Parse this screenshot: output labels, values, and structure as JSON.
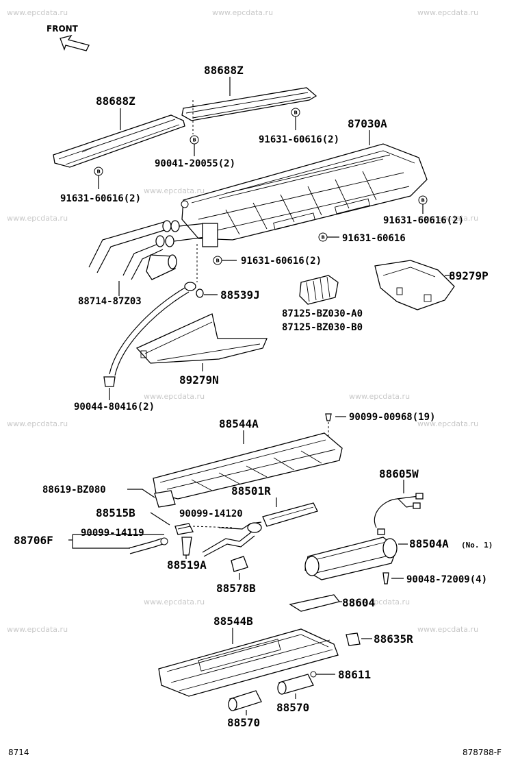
{
  "watermark": "www.epcdata.ru",
  "front_label": "FRONT",
  "bolt_letter": "B",
  "labels": {
    "p88688z_top": "88688Z",
    "p88688z_left": "88688Z",
    "p87030a": "87030A",
    "p91631_2a": "91631-60616(2)",
    "p90041": "90041-20055(2)",
    "p91631_2b": "91631-60616(2)",
    "p91631_2c": "91631-60616(2)",
    "p91631_single": "91631-60616",
    "p91631_2d": "91631-60616(2)",
    "p88714": "88714-87Z03",
    "p88539j": "88539J",
    "p87125_a0": "87125-BZ030-A0",
    "p87125_b0": "87125-BZ030-B0",
    "p89279p": "89279P",
    "p89279n": "89279N",
    "p90044": "90044-80416(2)",
    "p90099_00968": "90099-00968(19)",
    "p88544a": "88544A",
    "p88619": "88619-BZ080",
    "p88501r": "88501R",
    "p88515b": "88515B",
    "p90099_14120": "90099-14120",
    "p90099_14119": "90099-14119",
    "p88706f": "88706F",
    "p88519a": "88519A",
    "p88578b": "88578B",
    "p88605w": "88605W",
    "p88504a": "88504A",
    "p88504a_note": "(No. 1)",
    "p90048": "90048-72009(4)",
    "p88604": "88604",
    "p88544b": "88544B",
    "p88635r": "88635R",
    "p88611": "88611",
    "p88570_left": "88570",
    "p88570_right": "88570"
  },
  "footer": {
    "left": "8714",
    "right": "878788-F"
  }
}
